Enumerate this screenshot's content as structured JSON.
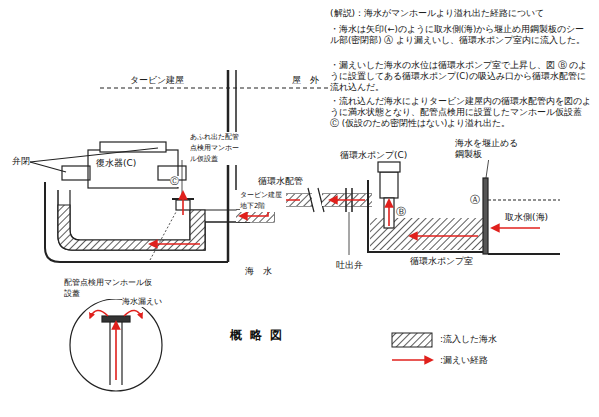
{
  "diagram": {
    "caption": "概 略 図",
    "labels": [
      "(解説)：海水がマンホールより溢れ出た経路について",
      "・海水は矢印(←)のように取水側(海)から堰止め用鋼製板のシール部(密閉部) Ⓐ より漏えいし、循環水ポンプ室内に流入した。",
      "・漏えいした海水の水位は循環水ポンプ室で上昇し、図 Ⓑ のように設置してある循環水ポンプ(C)の吸込み口から循環水配管に流れ込んだ。",
      "・流れ込んだ海水によりタービン建屋内の循環水配管内を図のように満水状態となり、配管点検用に設置したマンホール仮設蓋 Ⓒ (仮設のため密閉性はない)より溢れ出た。",
      "タービン建屋",
      "屋　外",
      "弁閉",
      "復水器(C)",
      "あふれ出た配管点検用マンホール仮設蓋",
      "Ⓒ",
      "循環水配管",
      "タービン建屋地下2階",
      "海　水",
      "吐出弁",
      "循環水ポンプ(C)",
      "海水を堰止める鋼製板",
      "取水側(海)",
      "Ⓐ",
      "Ⓑ",
      "循環水ポンプ室",
      "配管点検用マンホール仮設蓋",
      "海水漏えい"
    ],
    "legend": [
      {
        "text": ":流入した海水"
      },
      {
        "text": ":漏えい経路"
      }
    ]
  }
}
